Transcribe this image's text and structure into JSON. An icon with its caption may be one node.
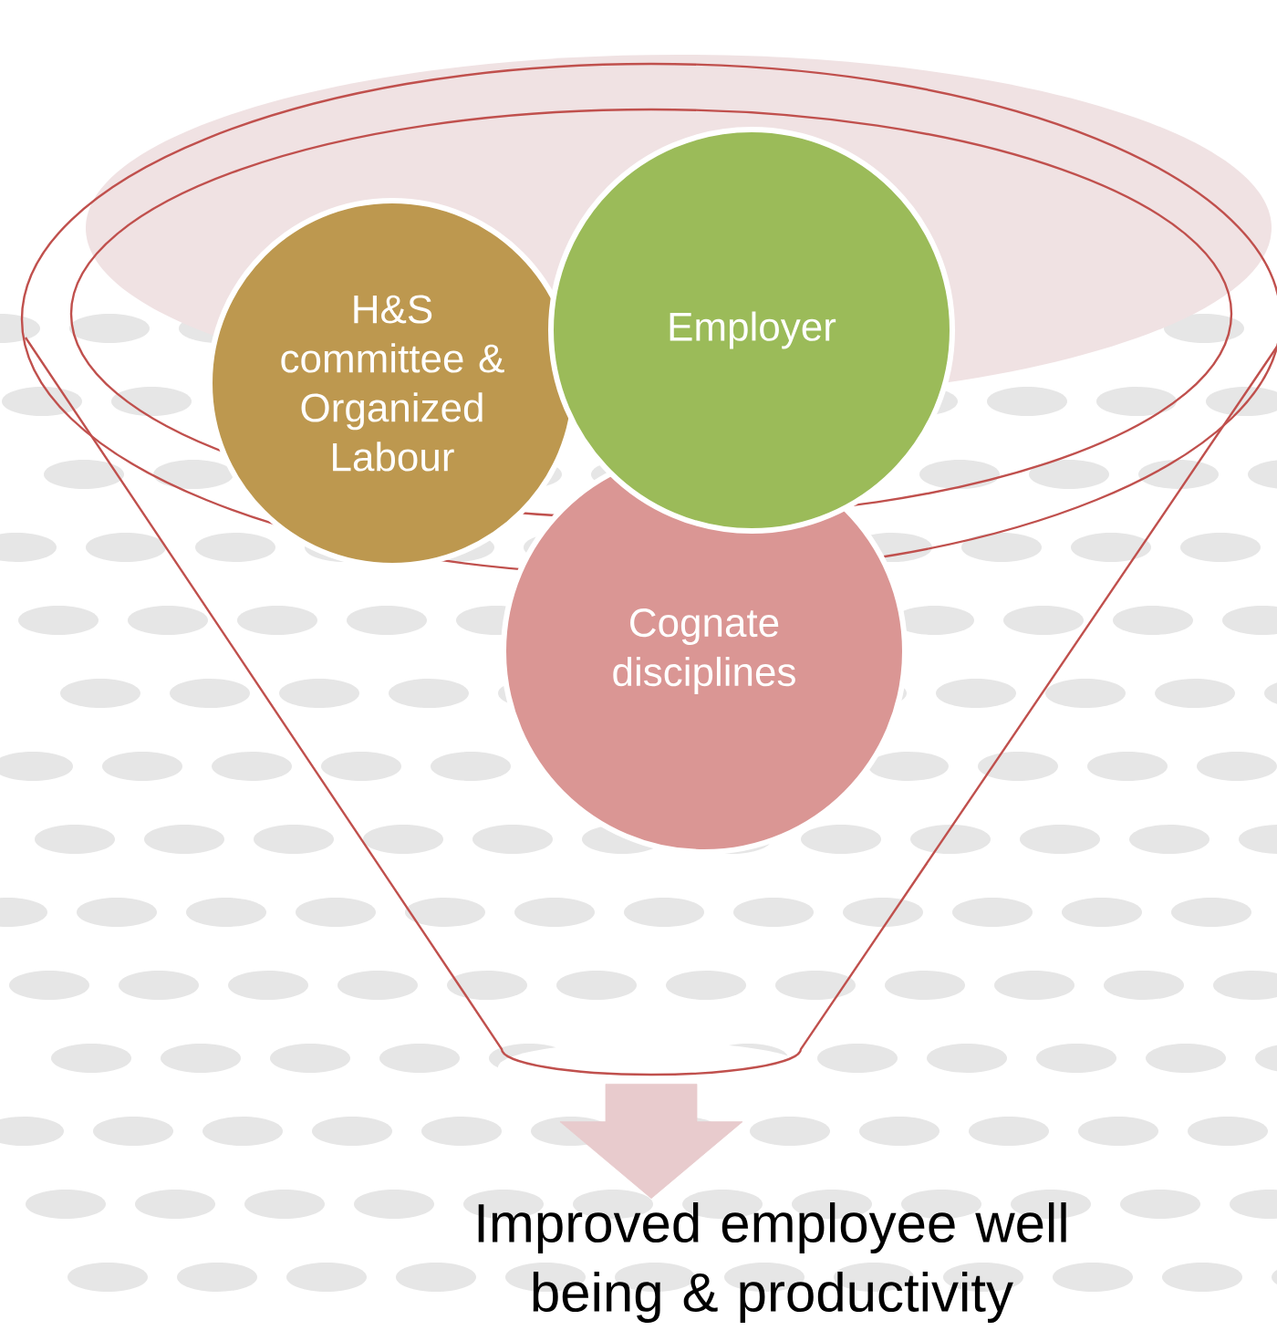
{
  "diagram": {
    "nodes": [
      {
        "text": [],
        "shape": "funnel"
      },
      {
        "text": [
          "H&S committee & Organized Labour"
        ],
        "in": 0
      },
      {
        "text": [
          "Employer"
        ],
        "in": 0
      },
      {
        "text": [
          "Cognate disciplines"
        ],
        "in": 0
      },
      {
        "text": [
          "Improved employee well being & productivity"
        ]
      }
    ],
    "edges": [
      {
        "from": 0,
        "to": 4,
        "arrow": "to"
      }
    ]
  }
}
